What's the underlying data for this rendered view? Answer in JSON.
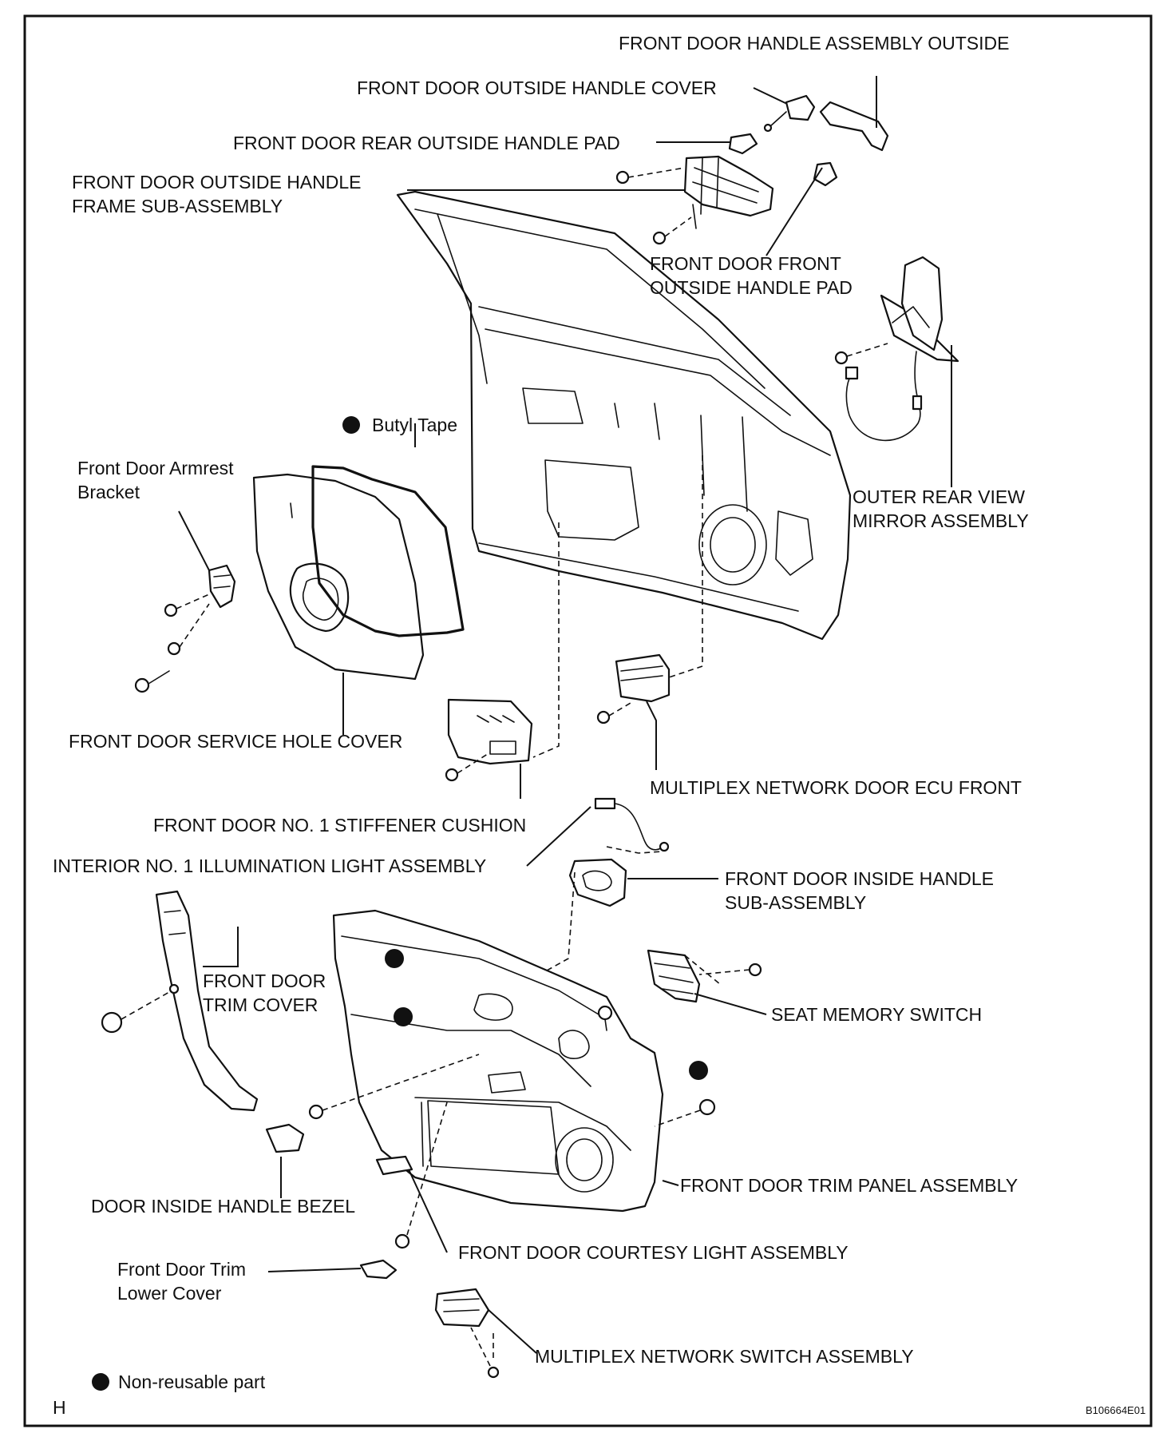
{
  "labels": {
    "handle_assembly_outside": "FRONT DOOR HANDLE ASSEMBLY OUTSIDE",
    "outside_handle_cover": "FRONT DOOR OUTSIDE HANDLE COVER",
    "rear_outside_handle_pad": "FRONT DOOR REAR OUTSIDE HANDLE PAD",
    "outside_handle_frame_1": "FRONT DOOR OUTSIDE HANDLE",
    "outside_handle_frame_2": "FRAME SUB-ASSEMBLY",
    "front_outside_handle_pad_1": "FRONT DOOR FRONT",
    "front_outside_handle_pad_2": "OUTSIDE HANDLE PAD",
    "butyl_tape": "Butyl Tape",
    "armrest_bracket_1": "Front Door Armrest",
    "armrest_bracket_2": "Bracket",
    "outer_mirror_1": "OUTER REAR VIEW",
    "outer_mirror_2": "MIRROR ASSEMBLY",
    "service_hole_cover": "FRONT DOOR SERVICE HOLE COVER",
    "ecu_front": "MULTIPLEX NETWORK DOOR ECU FRONT",
    "stiffener_cushion": "FRONT DOOR NO. 1 STIFFENER CUSHION",
    "illumination_light": "INTERIOR NO. 1 ILLUMINATION LIGHT ASSEMBLY",
    "inside_handle_1": "FRONT DOOR INSIDE HANDLE",
    "inside_handle_2": "SUB-ASSEMBLY",
    "trim_cover_1": "FRONT DOOR",
    "trim_cover_2": "TRIM COVER",
    "seat_memory_switch": "SEAT MEMORY SWITCH",
    "trim_panel_assembly": "FRONT DOOR TRIM PANEL ASSEMBLY",
    "inside_handle_bezel": "DOOR INSIDE HANDLE BEZEL",
    "courtesy_light": "FRONT DOOR COURTESY LIGHT ASSEMBLY",
    "trim_lower_cover_1": "Front Door Trim",
    "trim_lower_cover_2": "Lower Cover",
    "network_switch": "MULTIPLEX NETWORK SWITCH ASSEMBLY",
    "legend_nonreusable": "Non-reusable part",
    "corner_letter": "H",
    "figure_code": "B106664E01"
  }
}
